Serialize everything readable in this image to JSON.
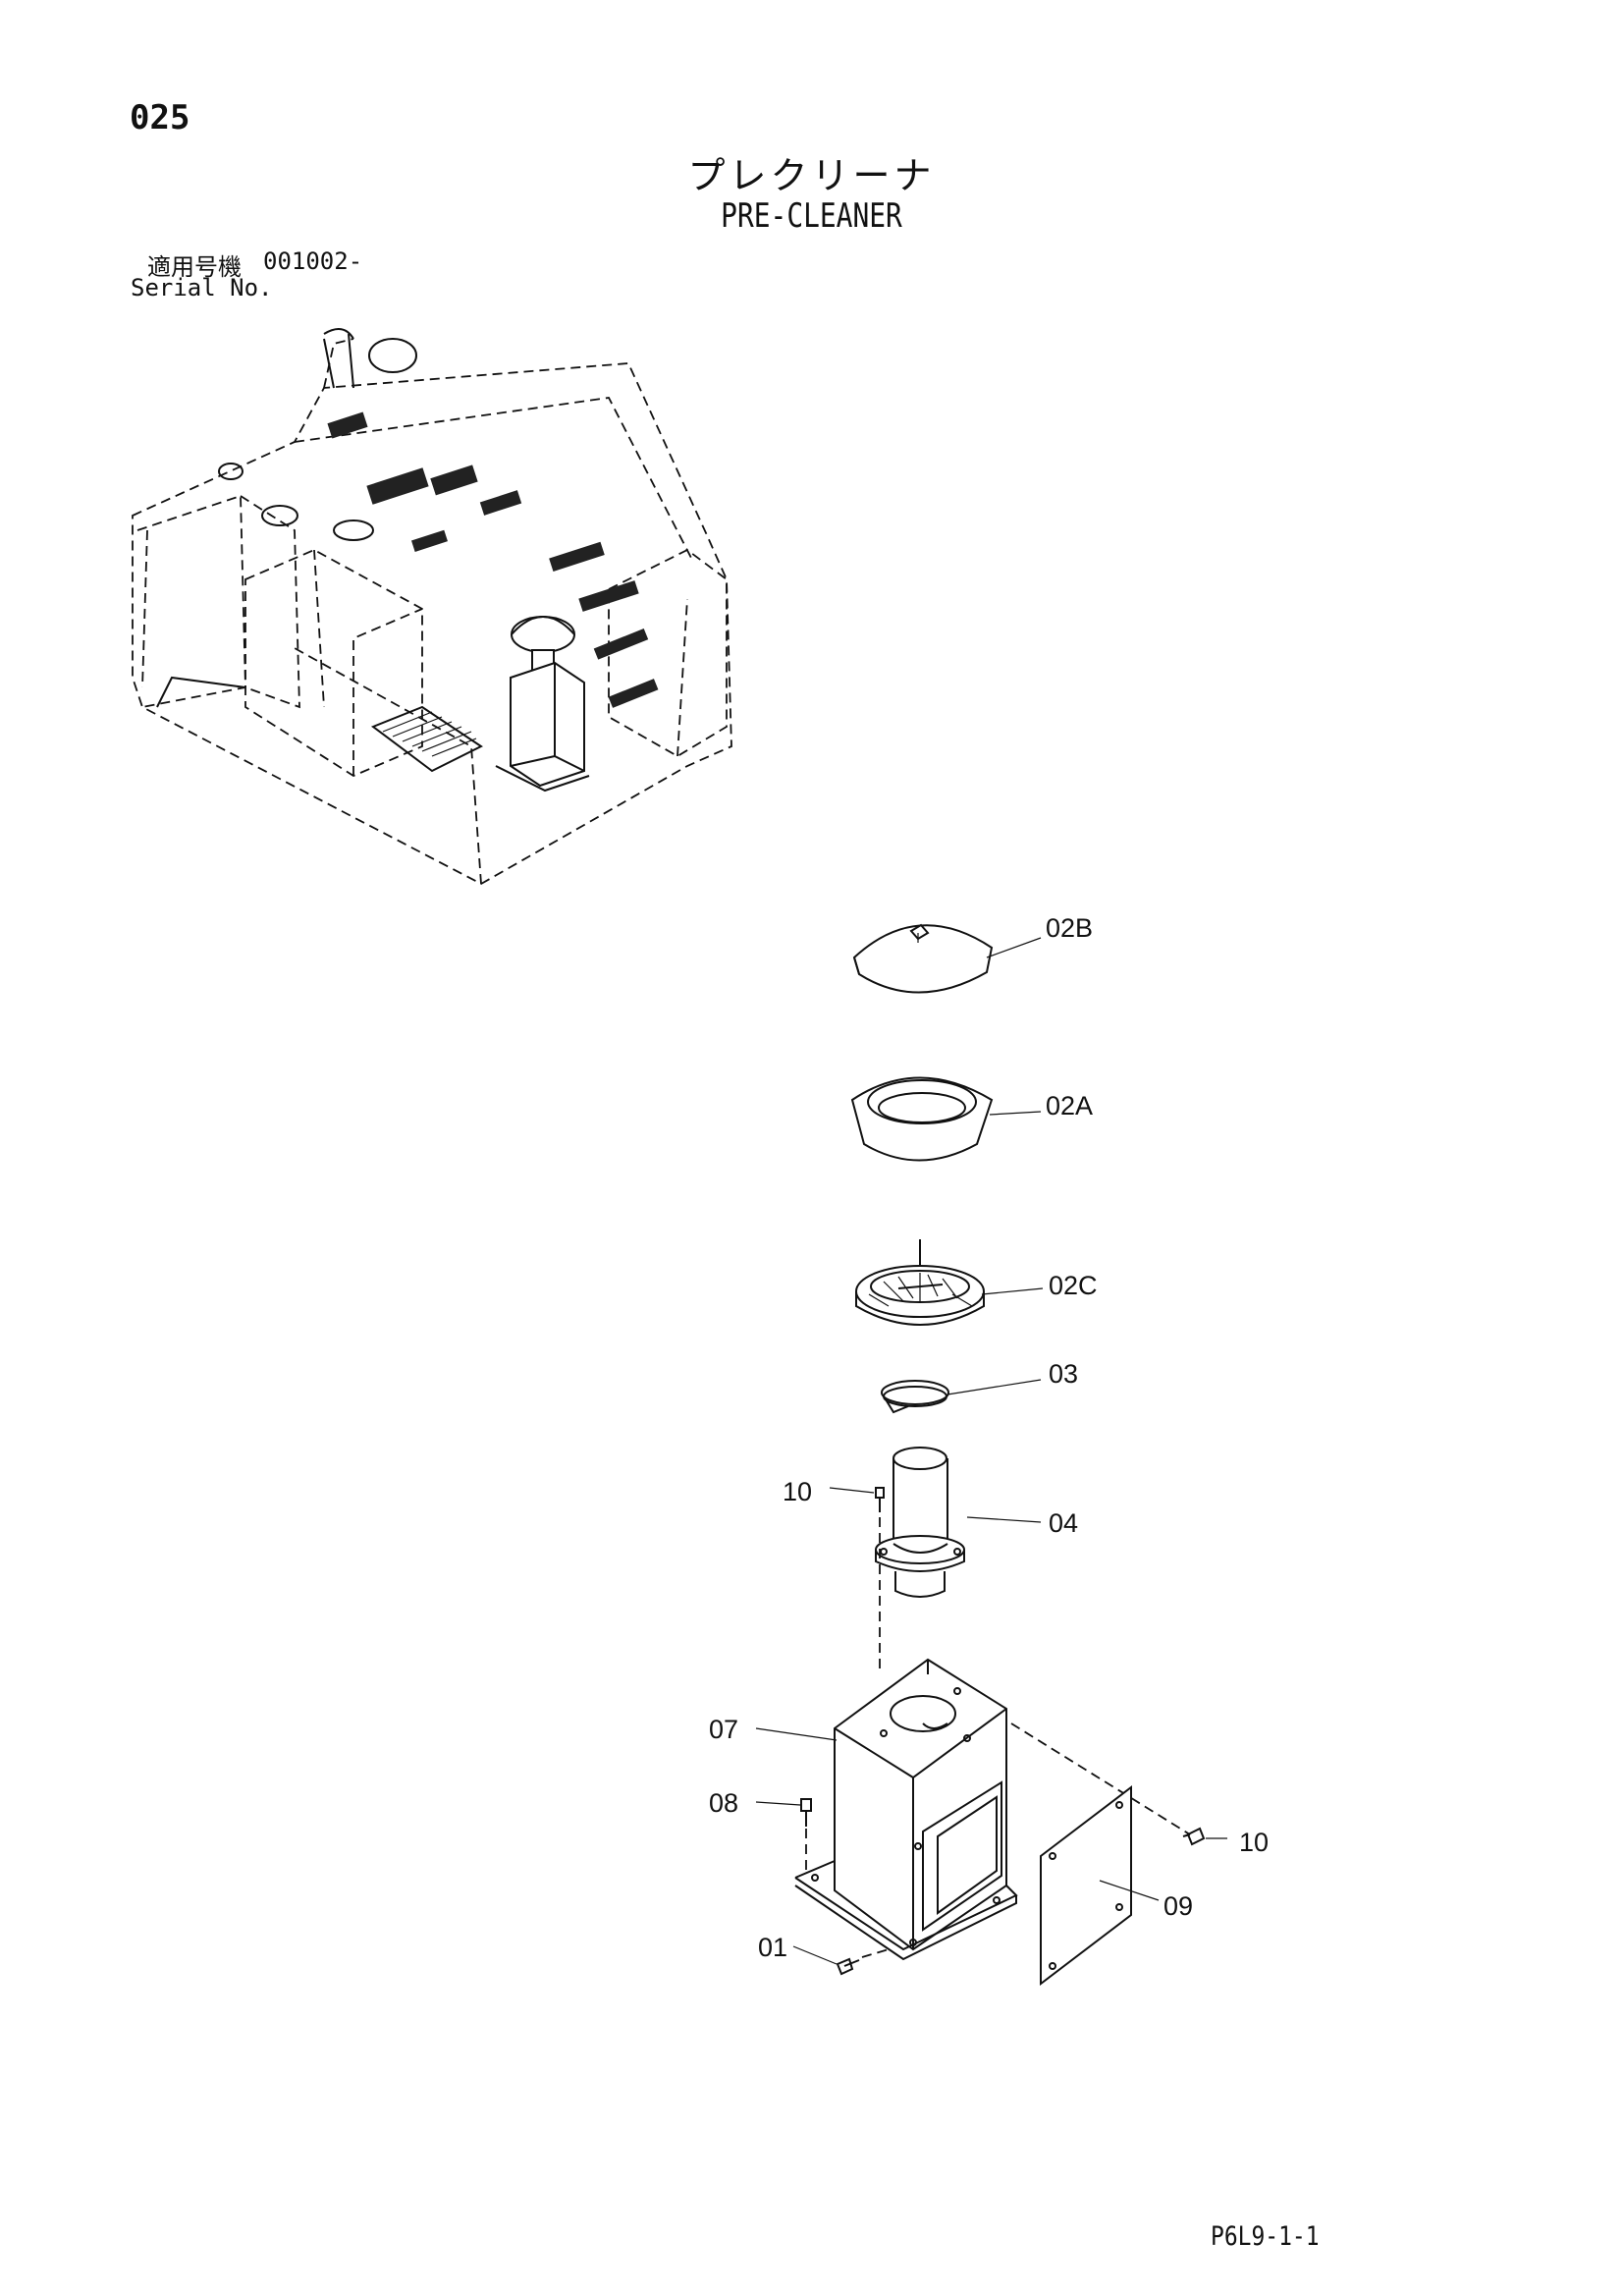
{
  "page_number": "025",
  "title": {
    "japanese": "プレクリーナ",
    "english": "PRE-CLEANER"
  },
  "serial": {
    "label_japanese": "適用号機",
    "label_english": "Serial No.",
    "value": "001002-"
  },
  "callouts": {
    "c02B": "02B",
    "c02A": "02A",
    "c02C": "02C",
    "c03": "03",
    "c10_top": "10",
    "c04": "04",
    "c07": "07",
    "c08": "08",
    "c10_right": "10",
    "c09": "09",
    "c01": "01"
  },
  "drawing_code": "P6L9-1-1"
}
